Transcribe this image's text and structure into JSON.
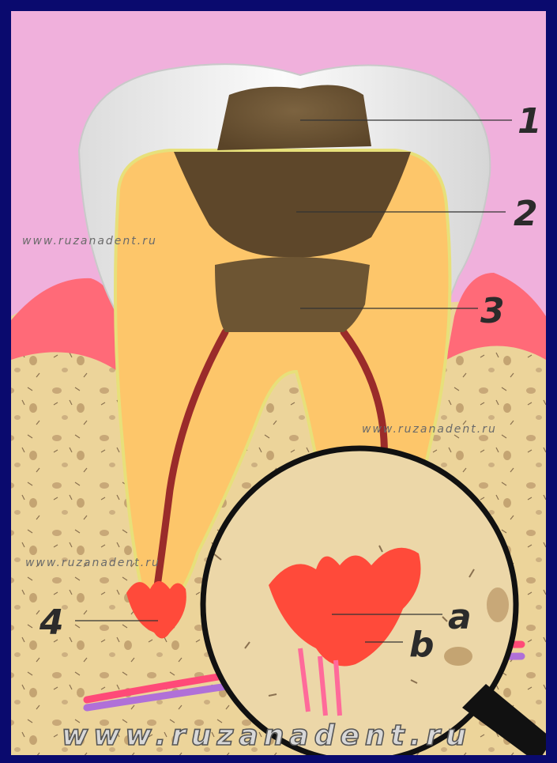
{
  "labels": {
    "l1": "1",
    "l2": "2",
    "l3": "3",
    "l4": "4",
    "la": "a",
    "lb": "b"
  },
  "watermarks": {
    "wm1": "www.ruzanadent.ru",
    "wm2": "www.ruzanadent.ru",
    "wm3": "www.ruzanadent.ru",
    "bottom": "www.ruzanadent.ru"
  },
  "colors": {
    "frame": "#0a0a6e",
    "gum": "#f0b0dc",
    "gum_edge": "#ff6070",
    "bone": "#ecd49a",
    "enamel": "#efefef",
    "dentin": "#fdc66a",
    "decay": "#6d5533",
    "inflammation": "#ff4a3a"
  }
}
